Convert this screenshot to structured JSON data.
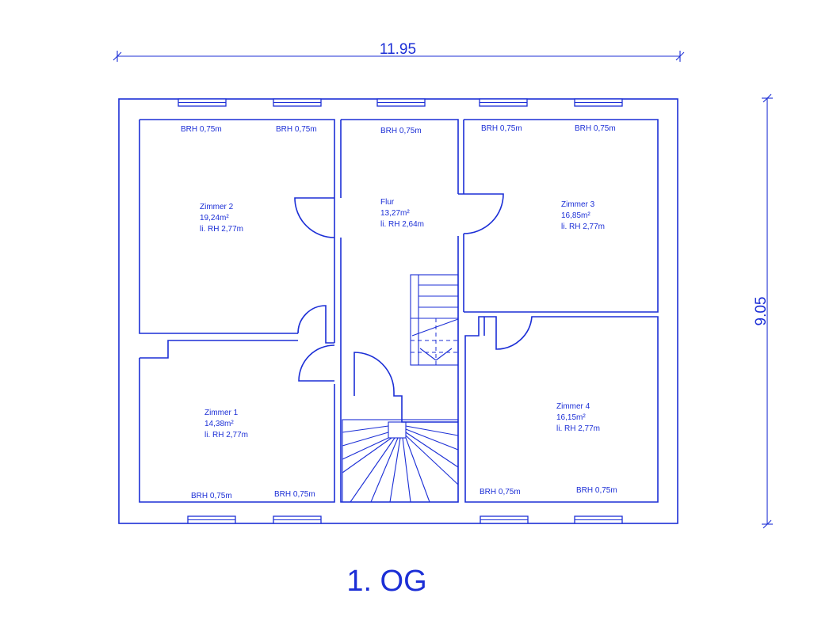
{
  "dimensions": {
    "width_label": "11.95",
    "height_label": "9.05"
  },
  "floor_label": "1. OG",
  "rooms": {
    "zimmer2": {
      "name": "Zimmer 2",
      "area": "19,24m²",
      "height": "li. RH 2,77m"
    },
    "flur": {
      "name": "Flur",
      "area": "13,27m²",
      "height": "li. RH 2,64m"
    },
    "zimmer3": {
      "name": "Zimmer 3",
      "area": "16,85m²",
      "height": "li. RH 2,77m"
    },
    "zimmer1": {
      "name": "Zimmer 1",
      "area": "14,38m²",
      "height": "li. RH 2,77m"
    },
    "zimmer4": {
      "name": "Zimmer 4",
      "area": "16,15m²",
      "height": "li. RH 2,77m"
    }
  },
  "windows": {
    "top_zimmer2_a": "BRH 0,75m",
    "top_zimmer2_b": "BRH 0,75m",
    "top_flur": "BRH 0,75m",
    "top_zimmer3_a": "BRH 0,75m",
    "top_zimmer3_b": "BRH 0,75m",
    "bottom_zimmer1_a": "BRH 0,75m",
    "bottom_zimmer1_b": "BRH 0,75m",
    "bottom_zimmer4_a": "BRH 0,75m",
    "bottom_zimmer4_b": "BRH 0,75m"
  },
  "colors": {
    "line": "#1c2fd6",
    "background": "#ffffff"
  }
}
